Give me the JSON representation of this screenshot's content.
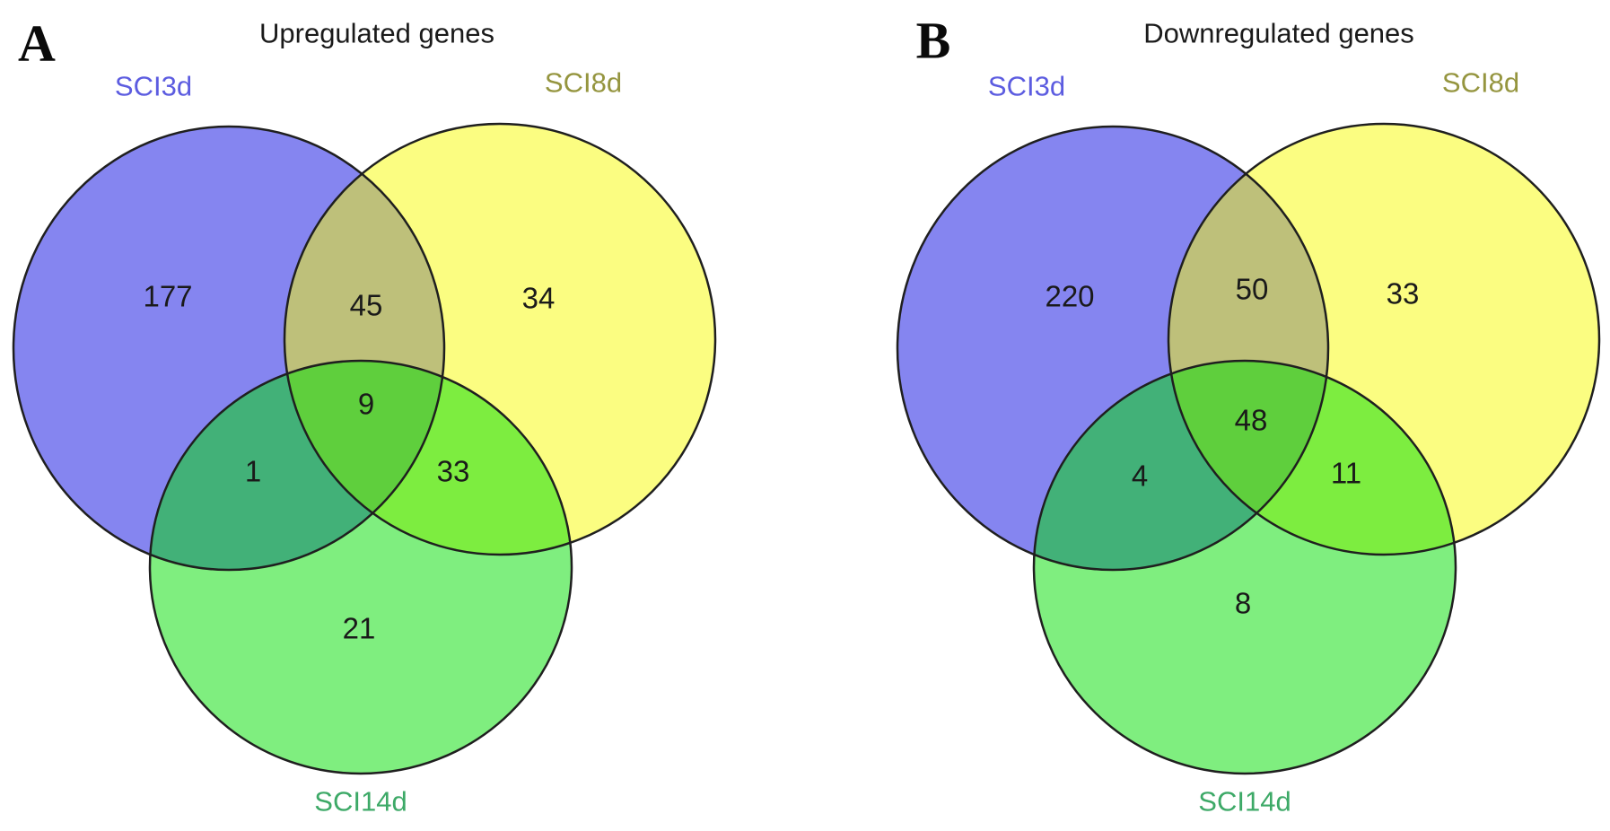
{
  "chart_data": [
    {
      "type": "venn",
      "panel_label": "A",
      "title": "Upregulated genes",
      "sets": [
        {
          "name": "SCI3d",
          "label_color": "#5c5ce0",
          "fill": "rgba(11,11,226,0.5)"
        },
        {
          "name": "SCI8d",
          "label_color": "#95953f",
          "fill": "rgba(247,251,3,0.5)"
        },
        {
          "name": "SCI14d",
          "label_color": "#3da967",
          "fill": "rgba(0,221,0,0.5)"
        }
      ],
      "stroke_color": "#1f1f1f",
      "regions": {
        "SCI3d_only": 177,
        "SCI3d_SCI8d": 45,
        "SCI8d_only": 34,
        "SCI3d_SCI14d": 1,
        "SCI3d_SCI8d_SCI14d": 9,
        "SCI8d_SCI14d": 33,
        "SCI14d_only": 21
      }
    },
    {
      "type": "venn",
      "panel_label": "B",
      "title": "Downregulated genes",
      "sets": [
        {
          "name": "SCI3d",
          "label_color": "#5c5ce0",
          "fill": "rgba(11,11,226,0.5)"
        },
        {
          "name": "SCI8d",
          "label_color": "#95953f",
          "fill": "rgba(247,251,3,0.5)"
        },
        {
          "name": "SCI14d",
          "label_color": "#3da967",
          "fill": "rgba(0,221,0,0.5)"
        }
      ],
      "stroke_color": "#1f1f1f",
      "regions": {
        "SCI3d_only": 220,
        "SCI3d_SCI8d": 50,
        "SCI8d_only": 33,
        "SCI3d_SCI14d": 4,
        "SCI3d_SCI8d_SCI14d": 48,
        "SCI8d_SCI14d": 11,
        "SCI14d_only": 8
      }
    }
  ]
}
